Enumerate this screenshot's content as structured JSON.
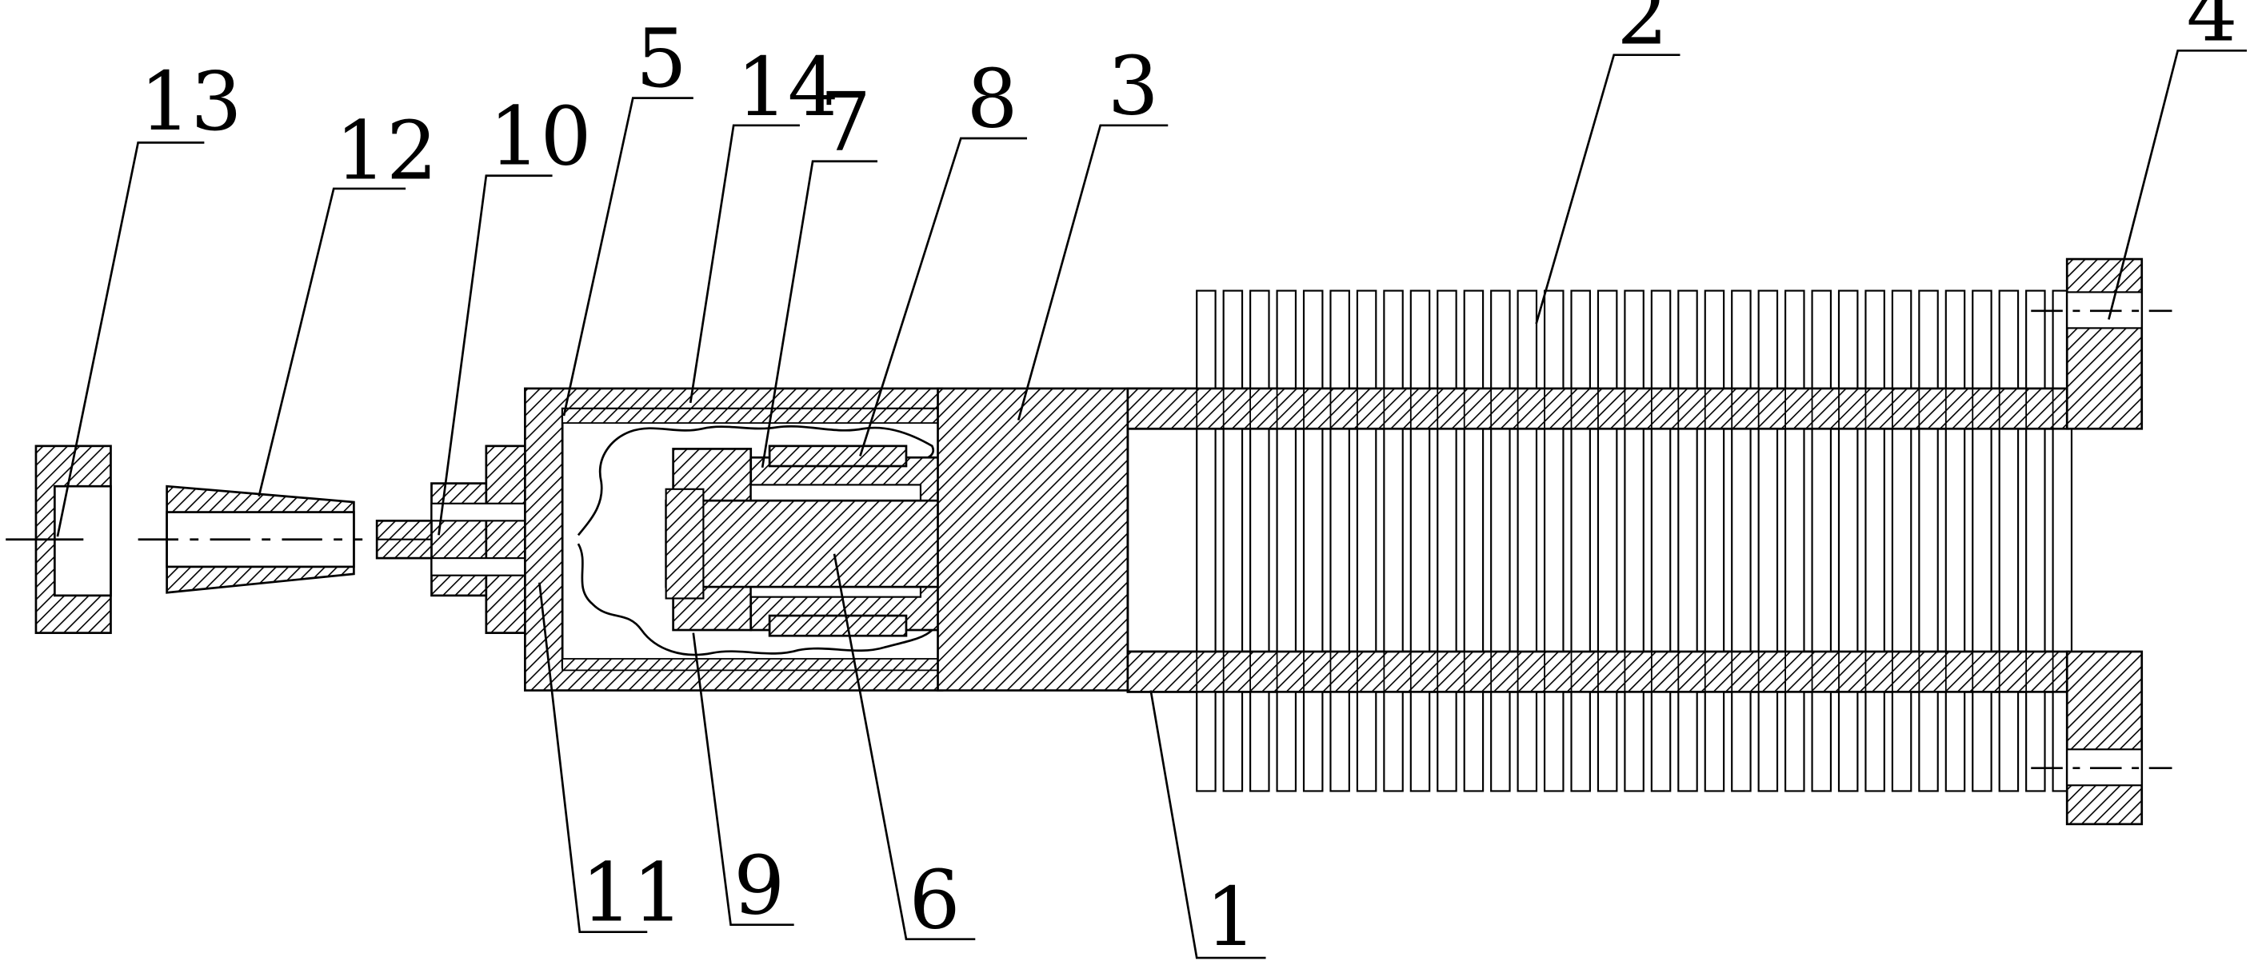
{
  "callouts": [
    {
      "id": "13",
      "text": "13"
    },
    {
      "id": "12",
      "text": "12"
    },
    {
      "id": "10",
      "text": "10"
    },
    {
      "id": "5",
      "text": "5"
    },
    {
      "id": "14",
      "text": "14"
    },
    {
      "id": "7",
      "text": "7"
    },
    {
      "id": "8",
      "text": "8"
    },
    {
      "id": "3",
      "text": "3"
    },
    {
      "id": "2",
      "text": "2"
    },
    {
      "id": "4",
      "text": "4"
    },
    {
      "id": "11",
      "text": "11"
    },
    {
      "id": "9",
      "text": "9"
    },
    {
      "id": "6",
      "text": "6"
    },
    {
      "id": "1",
      "text": "1"
    }
  ],
  "colors": {
    "ink": "#000000",
    "paper": "#ffffff"
  }
}
